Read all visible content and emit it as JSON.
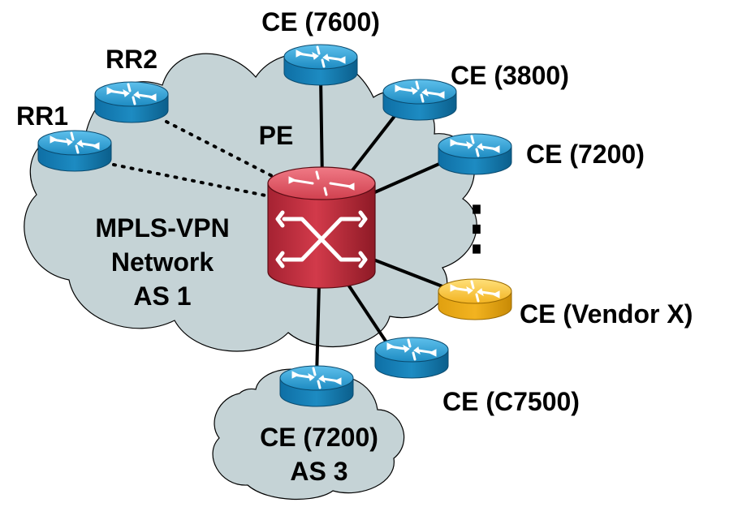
{
  "diagram": {
    "cloud_main": {
      "label_line1": "MPLS-VPN",
      "label_line2": "Network",
      "label_line3": "AS 1"
    },
    "cloud_small": {
      "label_line1": "CE (7200)",
      "label_line2": "AS 3"
    },
    "nodes": {
      "rr1": "RR1",
      "rr2": "RR2",
      "pe": "PE",
      "ce_7600": "CE (7600)",
      "ce_3800": "CE (3800)",
      "ce_7200": "CE (7200)",
      "ce_vendor_x": "CE (Vendor X)",
      "ce_c7500": "CE (C7500)"
    },
    "ellipsis": "⋮",
    "colors": {
      "cloud": "#c5d3d6",
      "cloud_outline": "#000000",
      "router_blue": "#1d8bc2",
      "router_blue_dark": "#0b5f8c",
      "router_yellow": "#f2b320",
      "router_yellow_dark": "#c88a05",
      "pe_red": "#c8303f",
      "pe_red_dark": "#8e1a26",
      "link": "#000000"
    }
  }
}
